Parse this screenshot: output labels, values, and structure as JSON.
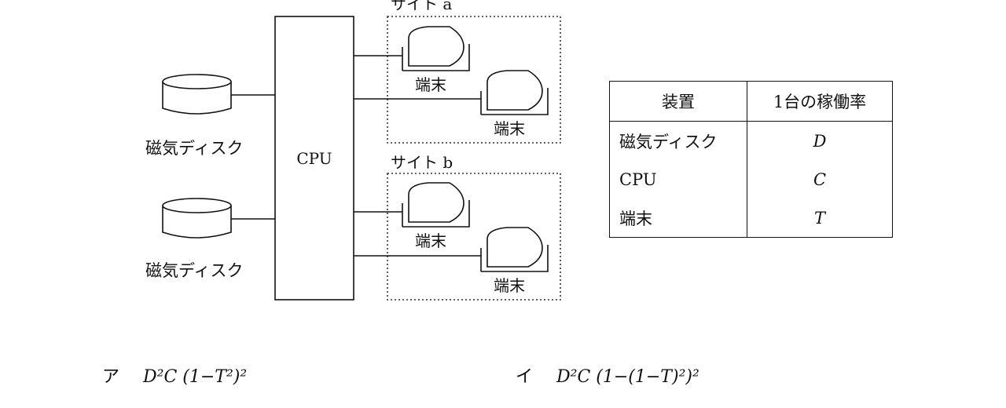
{
  "diagram": {
    "cpu_label": "CPU",
    "disk_label": "磁気ディスク",
    "terminal_label": "端末",
    "site_a_label": "サイト a",
    "site_b_label": "サイト b"
  },
  "table": {
    "headers": [
      "装置",
      "1台の稼働率"
    ],
    "rows": [
      {
        "device": "磁気ディスク",
        "rate": "D"
      },
      {
        "device": "CPU",
        "rate": "C"
      },
      {
        "device": "端末",
        "rate": "T"
      }
    ]
  },
  "choices": [
    {
      "letter": "ア",
      "formula": "D²C (1−T²)²"
    },
    {
      "letter": "イ",
      "formula": "D²C (1−(1−T)²)²"
    }
  ]
}
